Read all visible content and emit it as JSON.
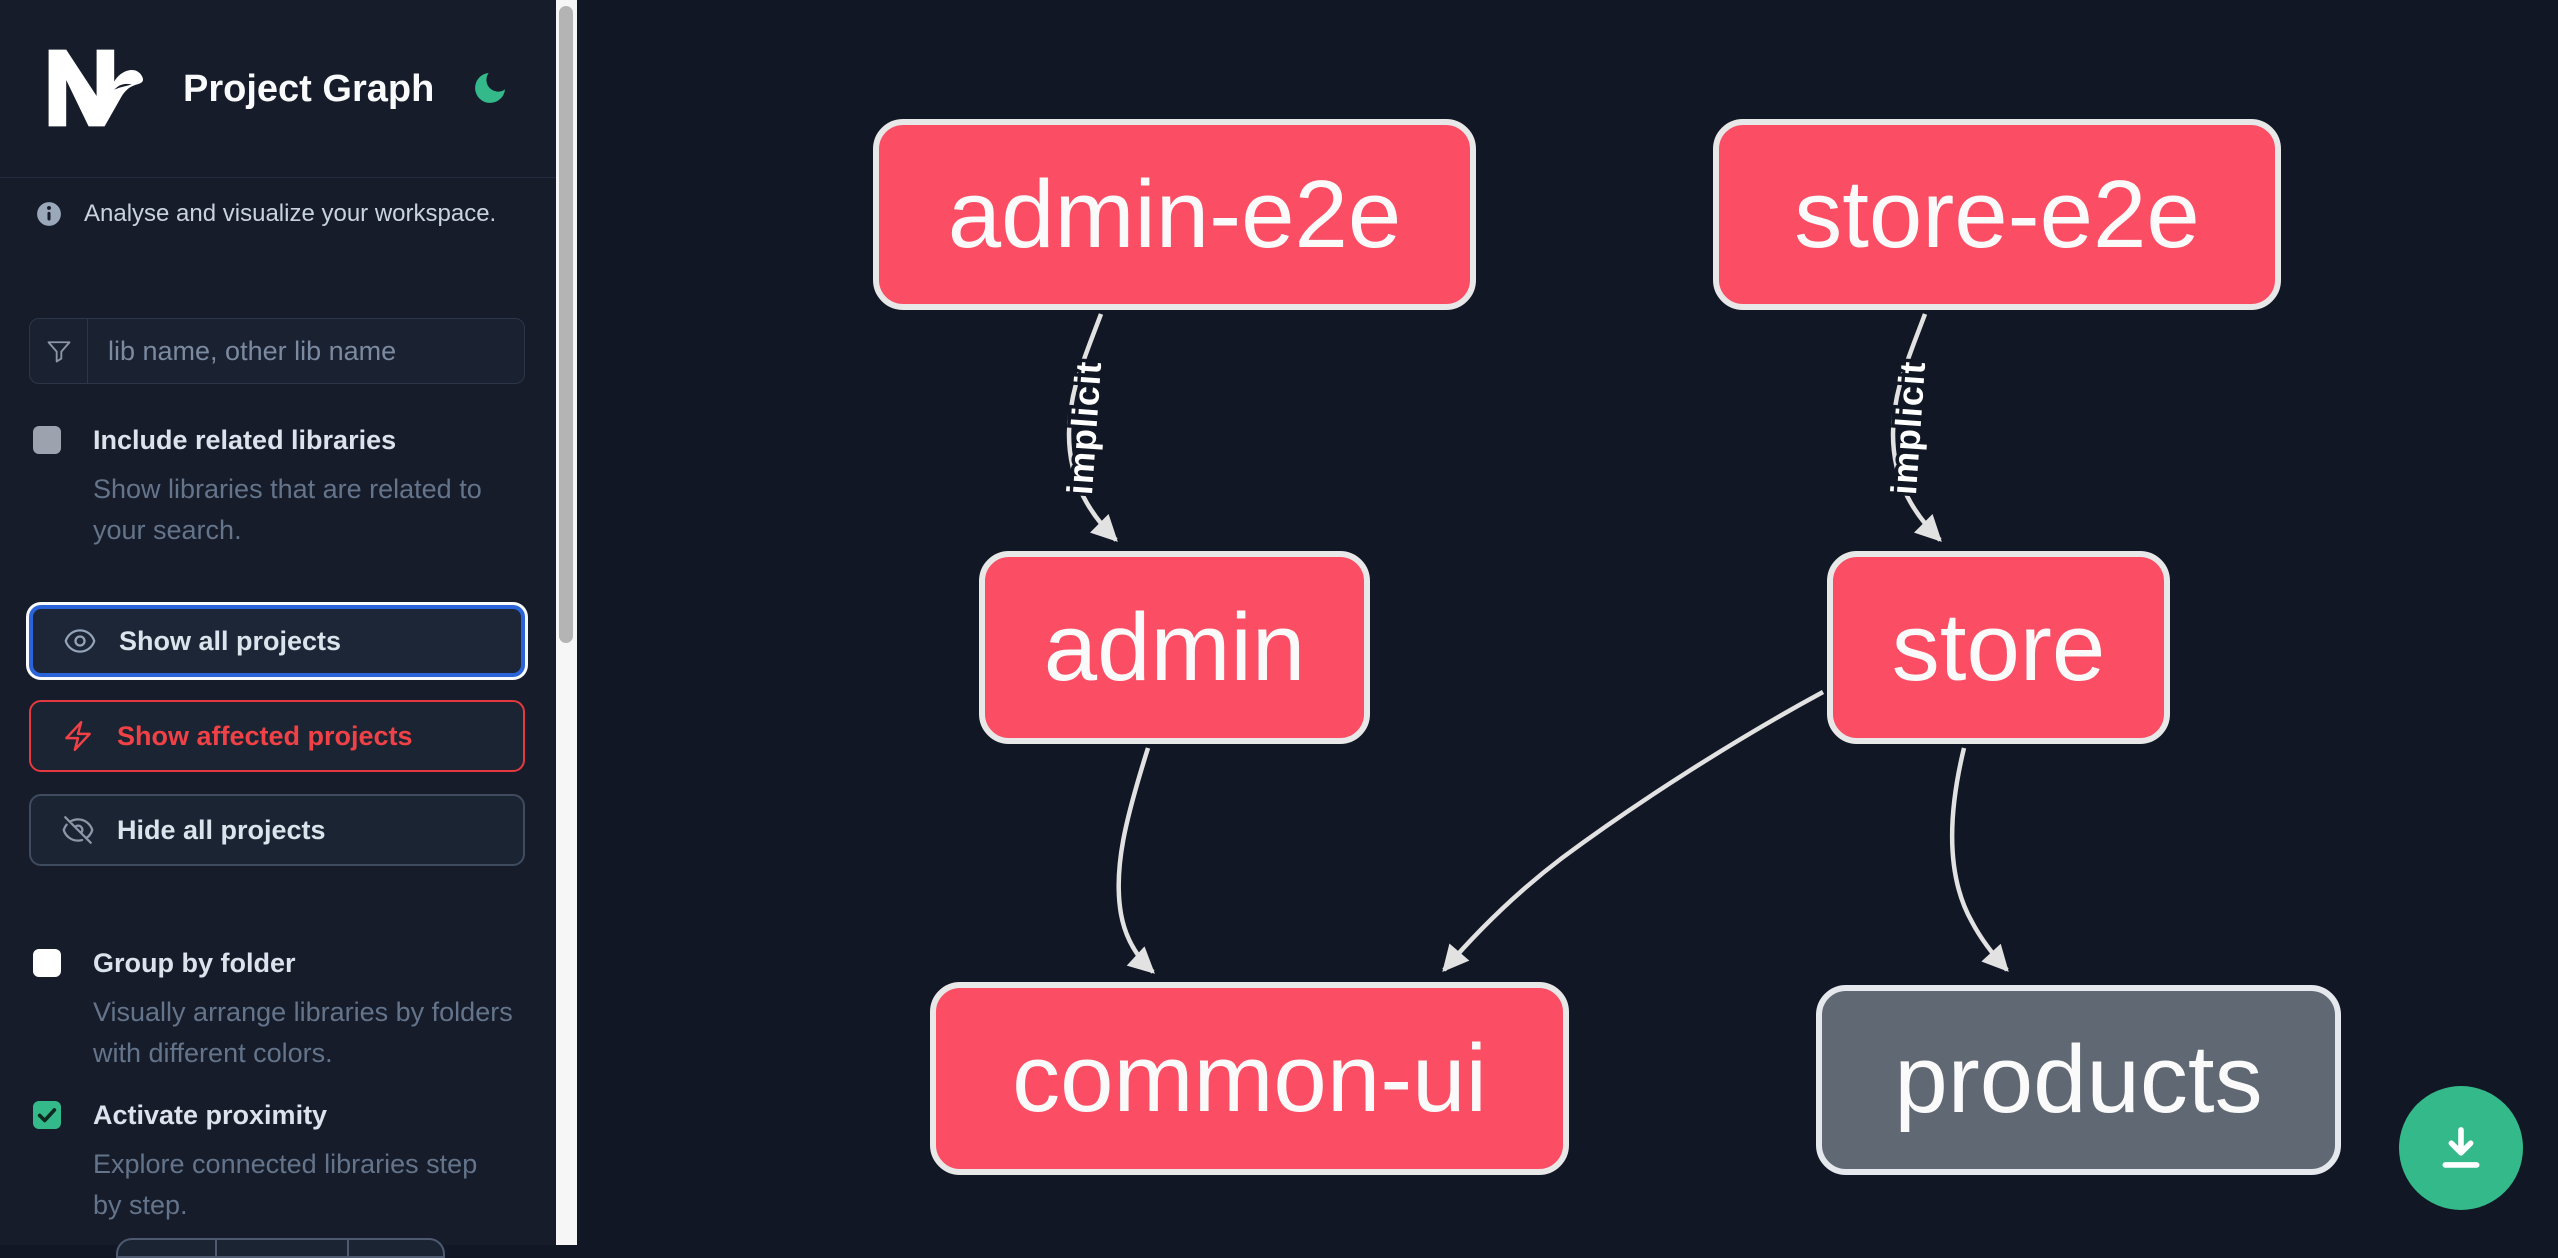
{
  "app": {
    "title": "Project Graph",
    "theme_icon": "moon",
    "logo": "nx"
  },
  "colors": {
    "graph_background": "#111724",
    "sidebar_background": "#161c2a",
    "node_pink": "#fb4d63",
    "node_gray": "#606873",
    "node_border": "#e8e8e8",
    "edge": "#e2e2e2",
    "accent_green": "#34b98a",
    "focus_blue": "#2b63d9",
    "affected_red": "#e5393f"
  },
  "sidebar": {
    "tagline": "Analyse and visualize your workspace.",
    "search": {
      "placeholder": "lib name, other lib name",
      "value": "",
      "icon": "funnel-icon"
    },
    "checkboxes": [
      {
        "label": "Include related libraries",
        "description": "Show libraries that are related to your search.",
        "checked": false
      },
      {
        "label": "Group by folder",
        "description": "Visually arrange libraries by folders with different colors.",
        "checked": false
      },
      {
        "label": "Activate proximity",
        "description": "Explore connected libraries step by step.",
        "checked": true
      }
    ],
    "buttons": [
      {
        "label": "Show all projects",
        "icon": "eye-icon",
        "state": "focused"
      },
      {
        "label": "Show affected projects",
        "icon": "bolt-icon",
        "state": "affected"
      },
      {
        "label": "Hide all projects",
        "icon": "eye-slash-icon",
        "state": "default"
      }
    ]
  },
  "graph": {
    "nodes": [
      {
        "id": "admin-e2e",
        "label": "admin-e2e",
        "color": "pink"
      },
      {
        "id": "store-e2e",
        "label": "store-e2e",
        "color": "pink"
      },
      {
        "id": "admin",
        "label": "admin",
        "color": "pink"
      },
      {
        "id": "store",
        "label": "store",
        "color": "pink"
      },
      {
        "id": "common-ui",
        "label": "common-ui",
        "color": "pink"
      },
      {
        "id": "products",
        "label": "products",
        "color": "gray"
      }
    ],
    "edges": [
      {
        "from": "admin-e2e",
        "to": "admin",
        "label": "implicit"
      },
      {
        "from": "store-e2e",
        "to": "store",
        "label": "implicit"
      },
      {
        "from": "admin",
        "to": "common-ui",
        "label": ""
      },
      {
        "from": "store",
        "to": "common-ui",
        "label": ""
      },
      {
        "from": "store",
        "to": "products",
        "label": ""
      }
    ]
  },
  "fab": {
    "icon": "download-icon"
  }
}
